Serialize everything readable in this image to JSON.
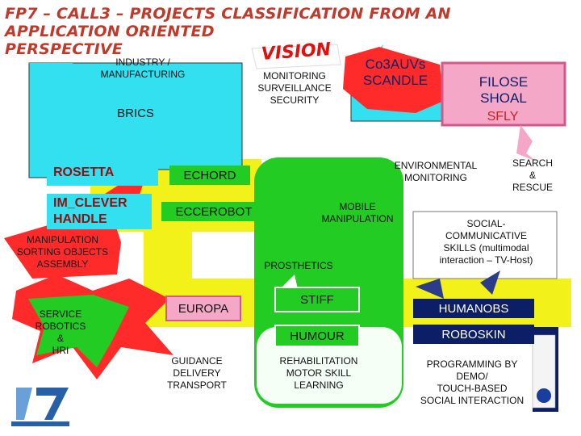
{
  "title_line1": "FP7 – CALL3 – PROJECTS CLASSIFICATION FROM AN APPLICATION ORIENTED",
  "title_line2": "PERSPECTIVE",
  "vision": "VISION",
  "areas": {
    "industry": [
      "INDUSTRY /",
      "MANUFACTURING"
    ],
    "brics": "BRICS",
    "monitoring": [
      "MONITORING",
      "SURVEILLANCE",
      "SECURITY"
    ],
    "environmental": [
      "ENVIRONMENTAL",
      "MONITORING"
    ],
    "search_rescue": [
      "SEARCH",
      "&",
      "RESCUE"
    ],
    "mobile_manipulation": [
      "MOBILE",
      "MANIPULATION"
    ],
    "manipulation": [
      "MANIPULATION",
      "SORTING OBJECTS",
      "ASSEMBLY"
    ],
    "social": [
      "SOCIAL-",
      "COMMUNICATIVE",
      "SKILLS (multimodal",
      "interaction – TV-Host)"
    ],
    "prosthetics": "PROSTHETICS",
    "service": [
      "SERVICE",
      "ROBOTICS",
      "&",
      "HRI"
    ],
    "guidance": [
      "GUIDANCE",
      "DELIVERY",
      "TRANSPORT"
    ],
    "rehabilitation": [
      "REHABILITATION",
      "MOTOR SKILL",
      "LEARNING"
    ],
    "programming": [
      "PROGRAMMING BY",
      "DEMO/",
      "TOUCH-BASED",
      "SOCIAL INTERACTION"
    ]
  },
  "projects": {
    "co3auvs": "Co3AUVs",
    "scandle": "SCANDLE",
    "filose": "FILOSE",
    "shoal": "SHOAL",
    "sfly": "SFLY",
    "rosetta": "ROSETTA",
    "echord": "ECHORD",
    "im_clever": "IM_CLEVER",
    "handle": "HANDLE",
    "eccerobot": "ECCEROBOT",
    "europa": "EUROPA",
    "stiff": "STIFF",
    "humour": "HUMOUR",
    "humanobs": "HUMANOBS",
    "roboskin": "ROBOSKIN"
  },
  "colors": {
    "title": "#c0392b",
    "cyan": "#33e0f0",
    "yellow": "#f2f21a",
    "green": "#22cc22",
    "red_shape": "#ff2a2a",
    "pink": "#f4a7c6",
    "pink_dark": "#d25a8a",
    "navy": "#0c1f66",
    "proj_red": "#8e1010"
  }
}
